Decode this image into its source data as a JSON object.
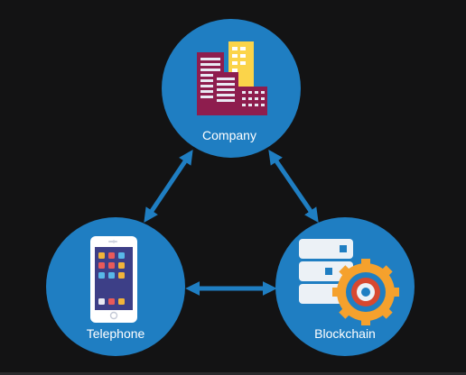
{
  "nodes": {
    "company": {
      "label": "Company"
    },
    "telephone": {
      "label": "Telephone"
    },
    "blockchain": {
      "label": "Blockchain"
    }
  },
  "colors": {
    "background": "#131314",
    "node_fill": "#1f7ec2",
    "arrow": "#1f7ec2",
    "label": "#ffffff",
    "building_maroon": "#8e1d4e",
    "building_yellow": "#fbd44a",
    "building_window": "#e9e9f3",
    "phone_body": "#ffffff",
    "phone_screen": "#3d3f87",
    "server_white": "#ecf1f6",
    "gear_orange": "#f5a12d",
    "gear_red": "#d8482f"
  },
  "icons": [
    "building-icon",
    "phone-icon",
    "server-gear-icon"
  ]
}
